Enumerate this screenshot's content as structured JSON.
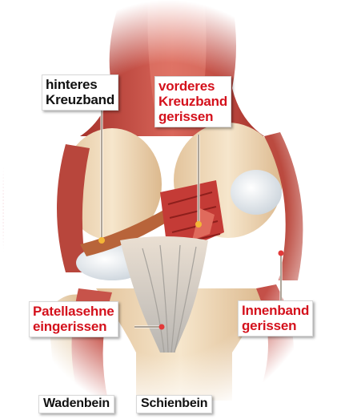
{
  "labels": {
    "posterior_cruciate": [
      "hinteres",
      "Kreuzband"
    ],
    "anterior_cruciate": [
      "vorderes",
      "Kreuzband",
      "gerissen"
    ],
    "patellar_tendon": [
      "Patellasehne",
      "eingerissen"
    ],
    "medial_ligament": [
      "Innenband",
      "gerissen"
    ],
    "fibula": "Wadenbein",
    "tibia": "Schienbein"
  },
  "colors": {
    "injury_text": "#d4111c",
    "normal_text": "#111111",
    "muscle": "#c8463e",
    "bone": "#efd9b8",
    "cartilage": "#e9eef2",
    "tendon": "#d9d4cc"
  }
}
